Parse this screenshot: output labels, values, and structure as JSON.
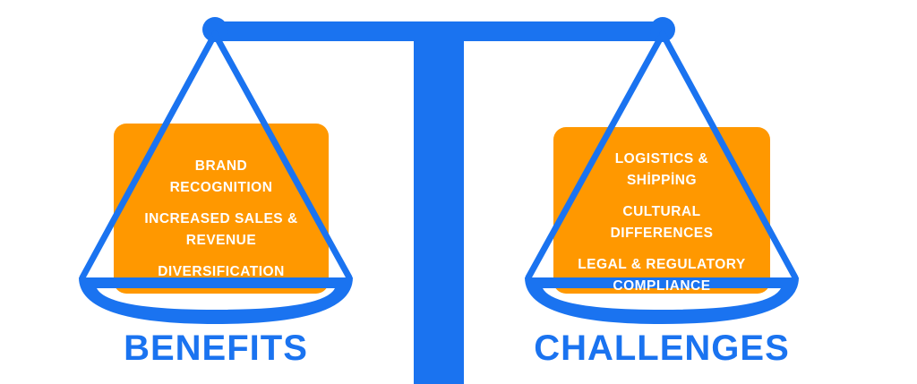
{
  "colors": {
    "scale": "#1a73f0",
    "panel": "#ff9800",
    "panel_text": "#ffffff",
    "background": "#ffffff"
  },
  "left": {
    "items": [
      "BRAND RECOGNITION",
      "INCREASED SALES & REVENUE",
      "DIVERSIFICATION"
    ],
    "caption": "BENEFITS"
  },
  "right": {
    "items": [
      "LOGISTICS & SHİPPİNG",
      "CULTURAL DIFFERENCES",
      "LEGAL & REGULATORY COMPLIANCE"
    ],
    "caption": "CHALLENGES"
  }
}
